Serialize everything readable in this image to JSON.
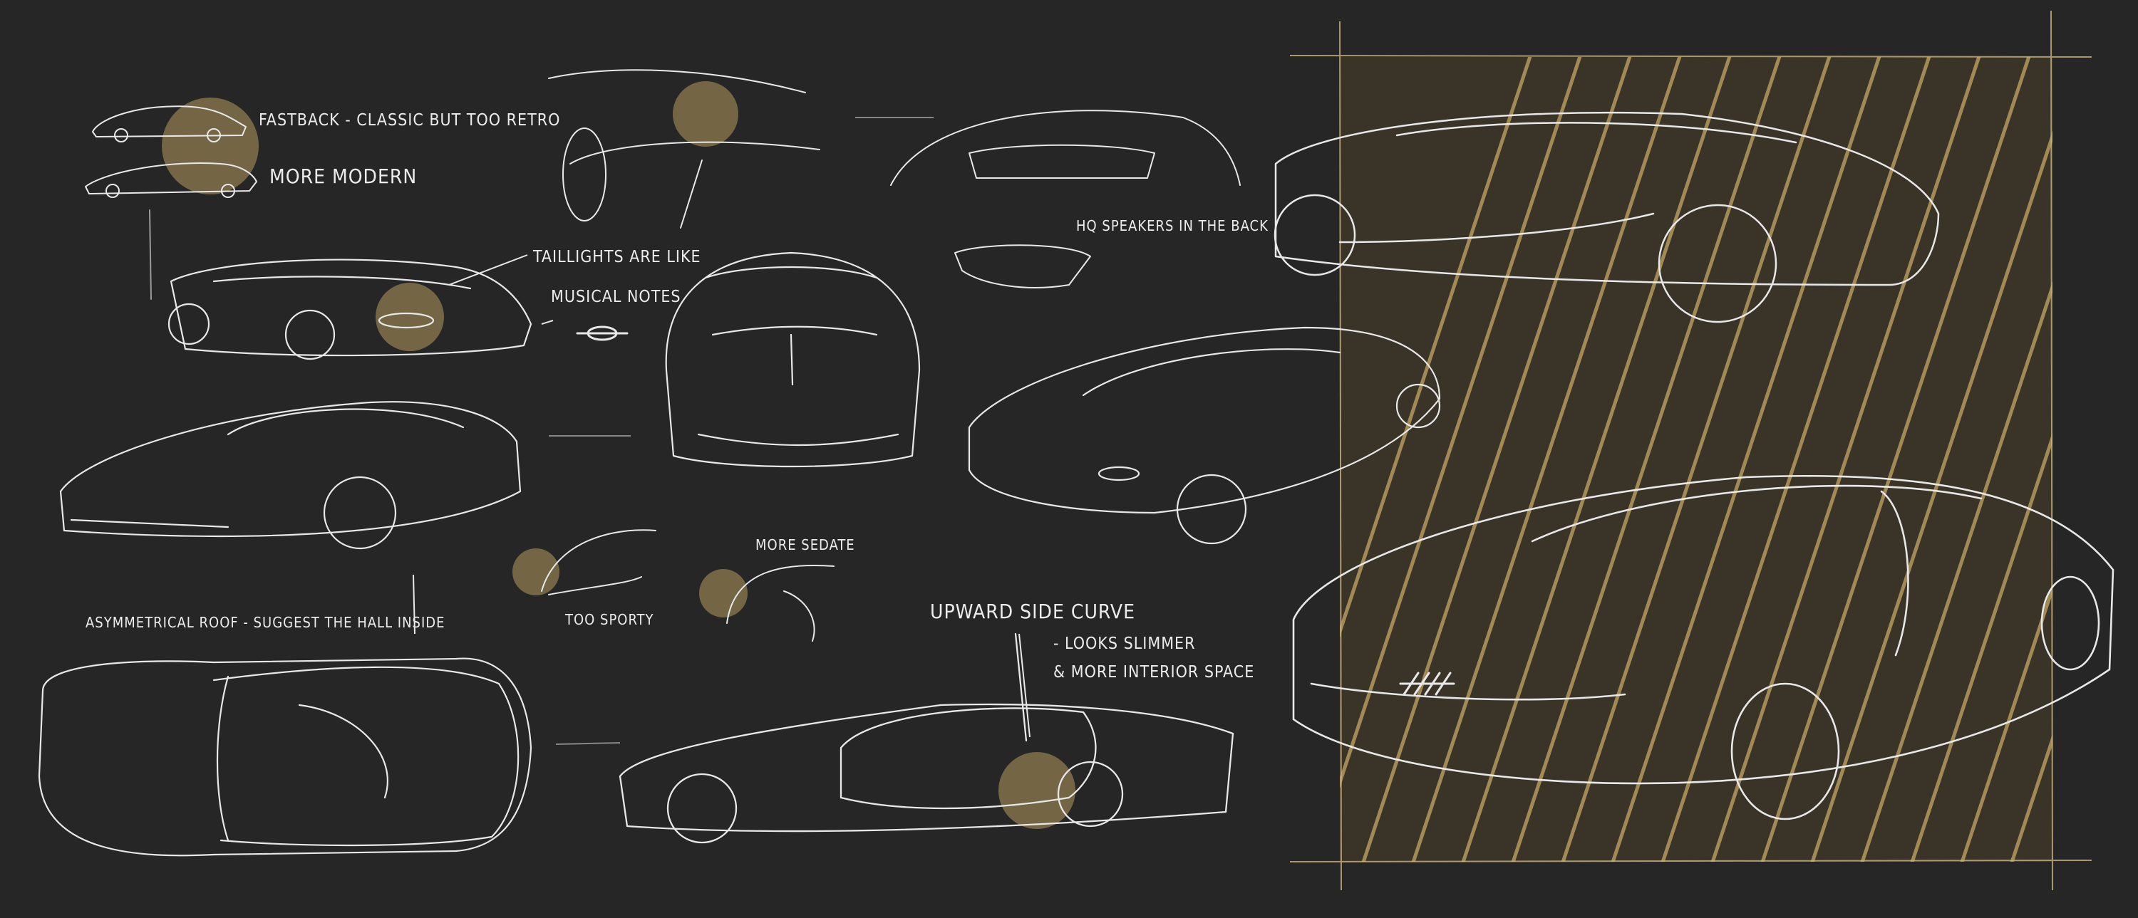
{
  "board": {
    "accent_color": "#b59a5e",
    "background_color": "#262626",
    "stroke_color": "#e8e8e8"
  },
  "notes": {
    "fastback": "Fastback - classic but too retro",
    "more_modern": "More modern",
    "taillights_1": "Taillights are like",
    "taillights_2": "musical notes",
    "speakers": "HQ speakers in the back",
    "asymmetrical_roof": "Asymmetrical roof - suggest the hall inside",
    "too_sporty": "Too sporty",
    "more_sedate": "More sedate",
    "upward_side_curve": "Upward side curve",
    "looks_slimmer": "- Looks slimmer",
    "more_interior": "& more interior space"
  },
  "icons": [
    "musical-note-taillight-icon",
    "grille-emblem-icon"
  ]
}
